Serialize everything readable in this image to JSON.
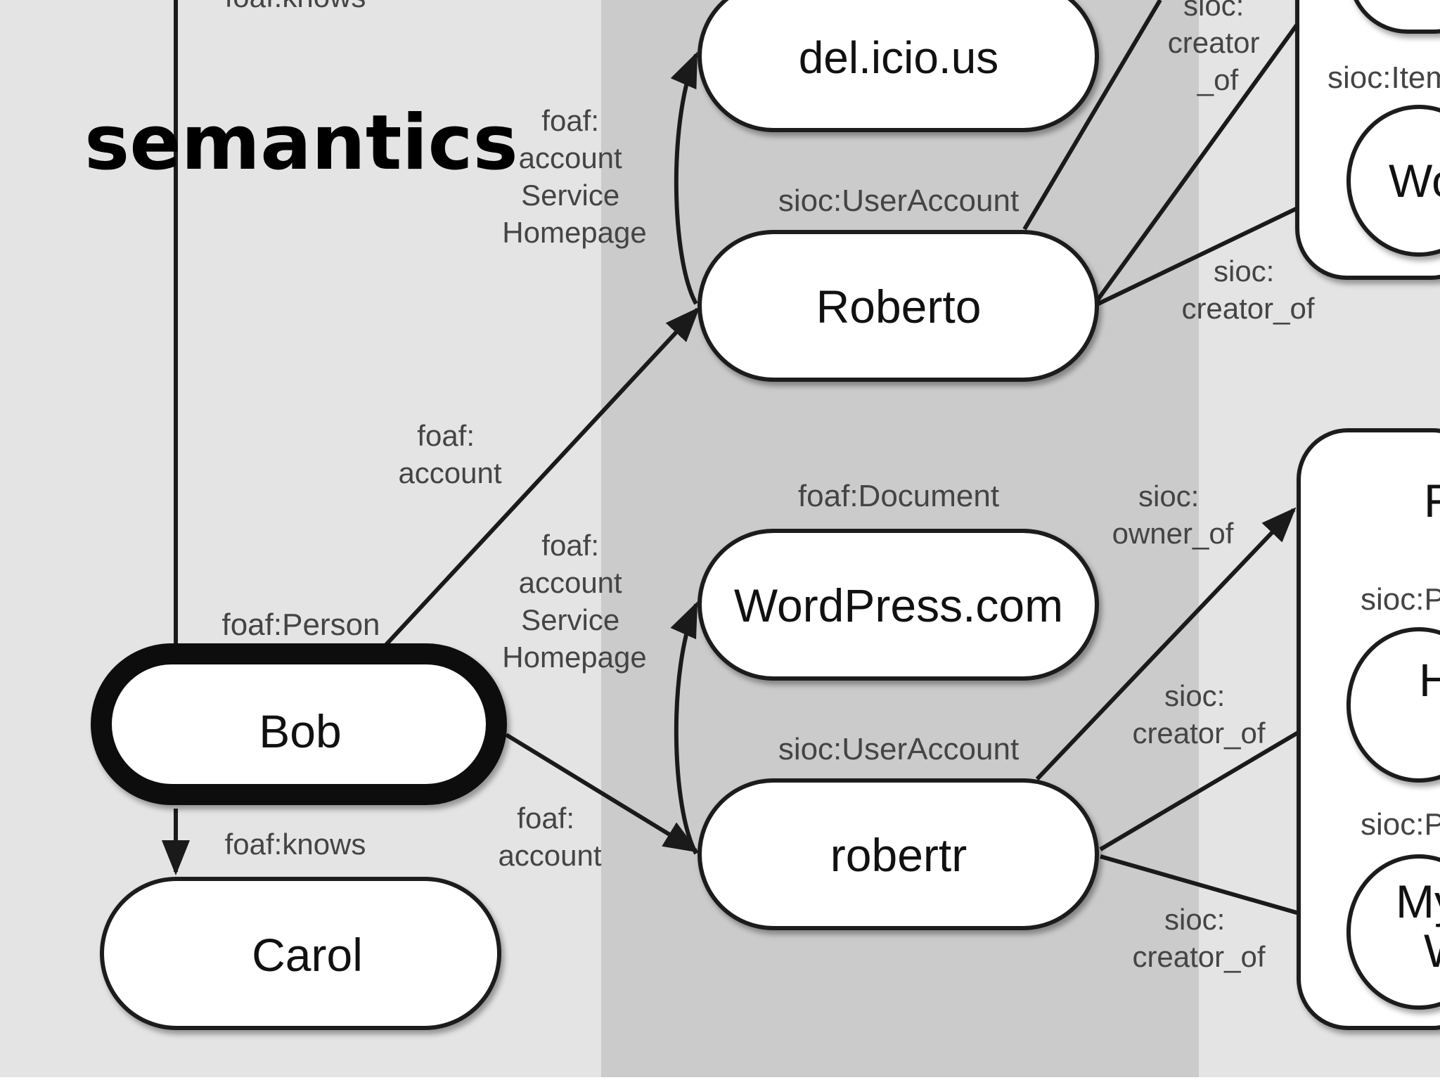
{
  "logo": "semantics",
  "nodes": {
    "delicious": "del.icio.us",
    "roberto": "Roberto",
    "wordpress": "WordPress.com",
    "robertr": "robertr",
    "bob": "Bob",
    "carol": "Carol",
    "wo_partial": "Wo",
    "h_partial": "H",
    "my_partial": "My",
    "w_partial": "W",
    "f_partial": "F"
  },
  "types": {
    "roberto": "sioc:UserAccount",
    "robertr": "sioc:UserAccount",
    "wordpress": "foaf:Document",
    "bob": "foaf:Person",
    "item_partial": "sioc:Item",
    "p1_partial": "sioc:P",
    "p2_partial": "sioc:P"
  },
  "edges": {
    "top_knows": "foaf:knows",
    "bob_carol_knows": "foaf:knows",
    "bob_roberto": [
      "foaf:",
      "account"
    ],
    "bob_robertr": [
      "foaf:",
      "account"
    ],
    "roberto_delicious": [
      "foaf:",
      "account",
      "Service",
      "Homepage"
    ],
    "robertr_wordpress": [
      "foaf:",
      "account",
      "Service",
      "Homepage"
    ],
    "roberto_creator_top": [
      "sioc:",
      "creator",
      "_of"
    ],
    "roberto_creator_wo": [
      "sioc:",
      "creator_of"
    ],
    "robertr_owner": [
      "sioc:",
      "owner_of"
    ],
    "robertr_creator_h": [
      "sioc:",
      "creator_of"
    ],
    "robertr_creator_my": [
      "sioc:",
      "creator_of"
    ]
  },
  "colors": {
    "band_left": "#e4e4e4",
    "band_middle": "#cbcbcb",
    "band_right": "#e4e4e4",
    "node_fill": "#ffffff",
    "stroke": "#1a1a1a",
    "label": "#444444"
  }
}
